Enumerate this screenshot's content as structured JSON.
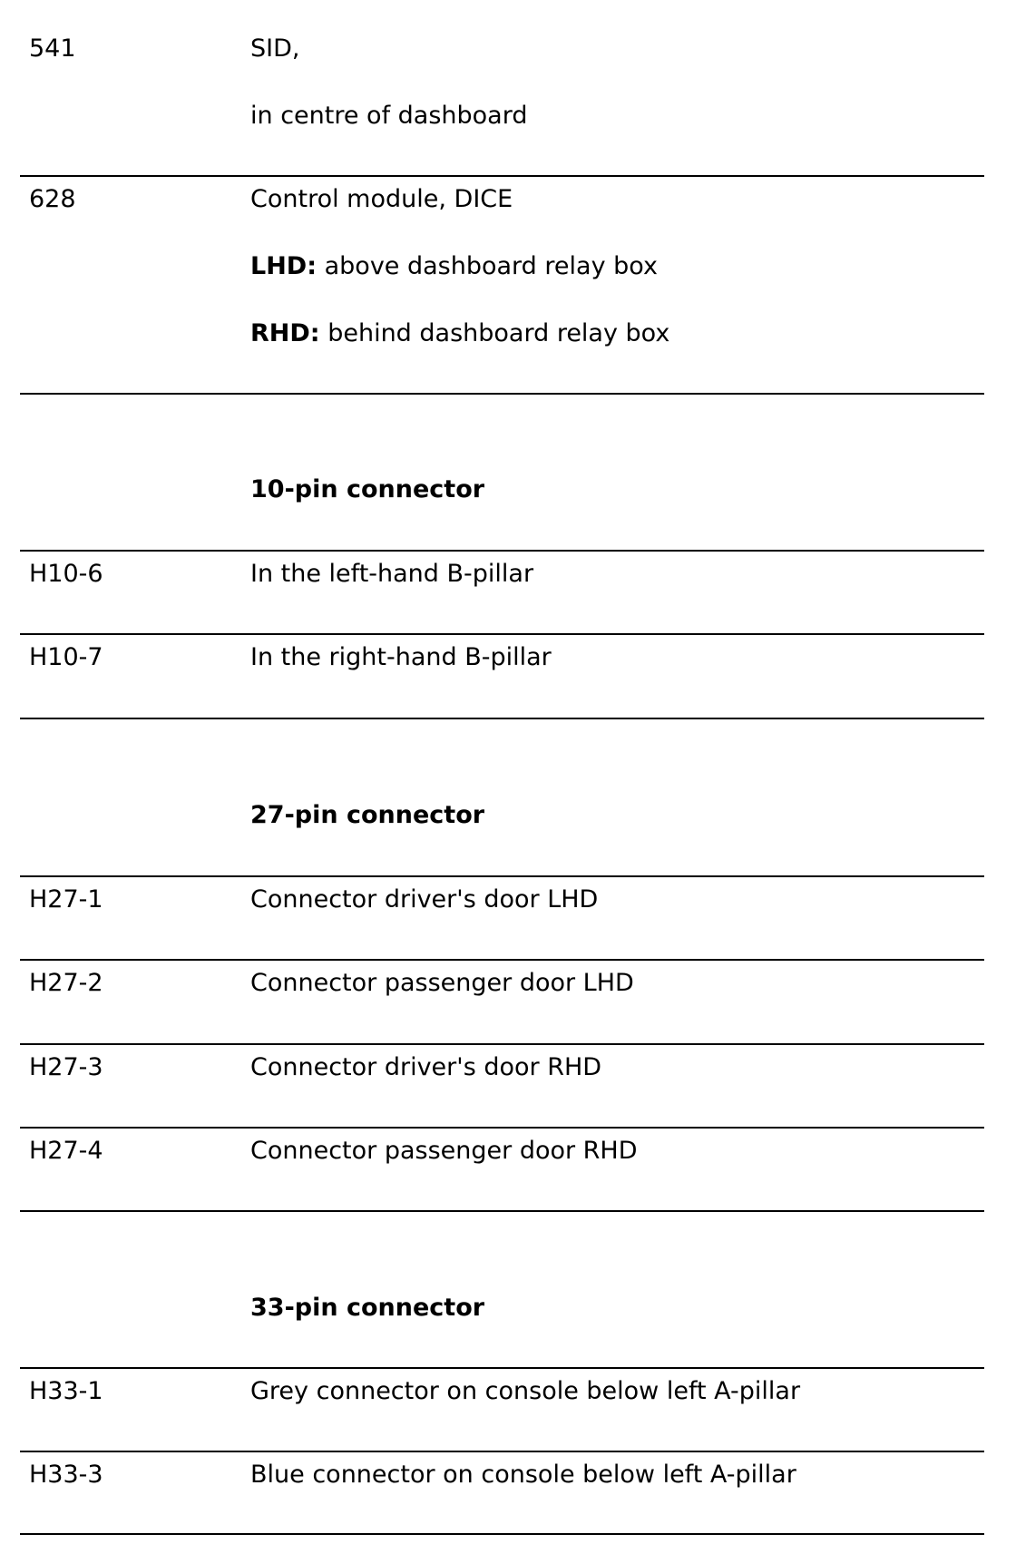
{
  "entries": [
    {
      "code": "541",
      "lines": [
        "SID,",
        "in centre of dashboard"
      ]
    },
    {
      "code": "628",
      "line1": "Control module, DICE",
      "lhd_label": "LHD:",
      "lhd_text": "above dashboard relay box",
      "rhd_label": "RHD:",
      "rhd_text": "behind dashboard relay box"
    }
  ],
  "sections": [
    {
      "heading": "10-pin connector",
      "rows": [
        {
          "code": "H10-6",
          "desc": "In the left-hand B-pillar"
        },
        {
          "code": "H10-7",
          "desc": "In the right-hand B-pillar"
        }
      ]
    },
    {
      "heading": "27-pin connector",
      "rows": [
        {
          "code": "H27-1",
          "desc": "Connector driver's door LHD"
        },
        {
          "code": "H27-2",
          "desc": "Connector passenger door LHD"
        },
        {
          "code": "H27-3",
          "desc": "Connector driver's door RHD"
        },
        {
          "code": "H27-4",
          "desc": "Connector passenger door RHD"
        }
      ]
    },
    {
      "heading": "33-pin connector",
      "rows": [
        {
          "code": "H33-1",
          "desc": "Grey connector on console below left A-pillar"
        },
        {
          "code": "H33-3",
          "desc": "Blue connector on console below left A-pillar"
        }
      ]
    }
  ]
}
